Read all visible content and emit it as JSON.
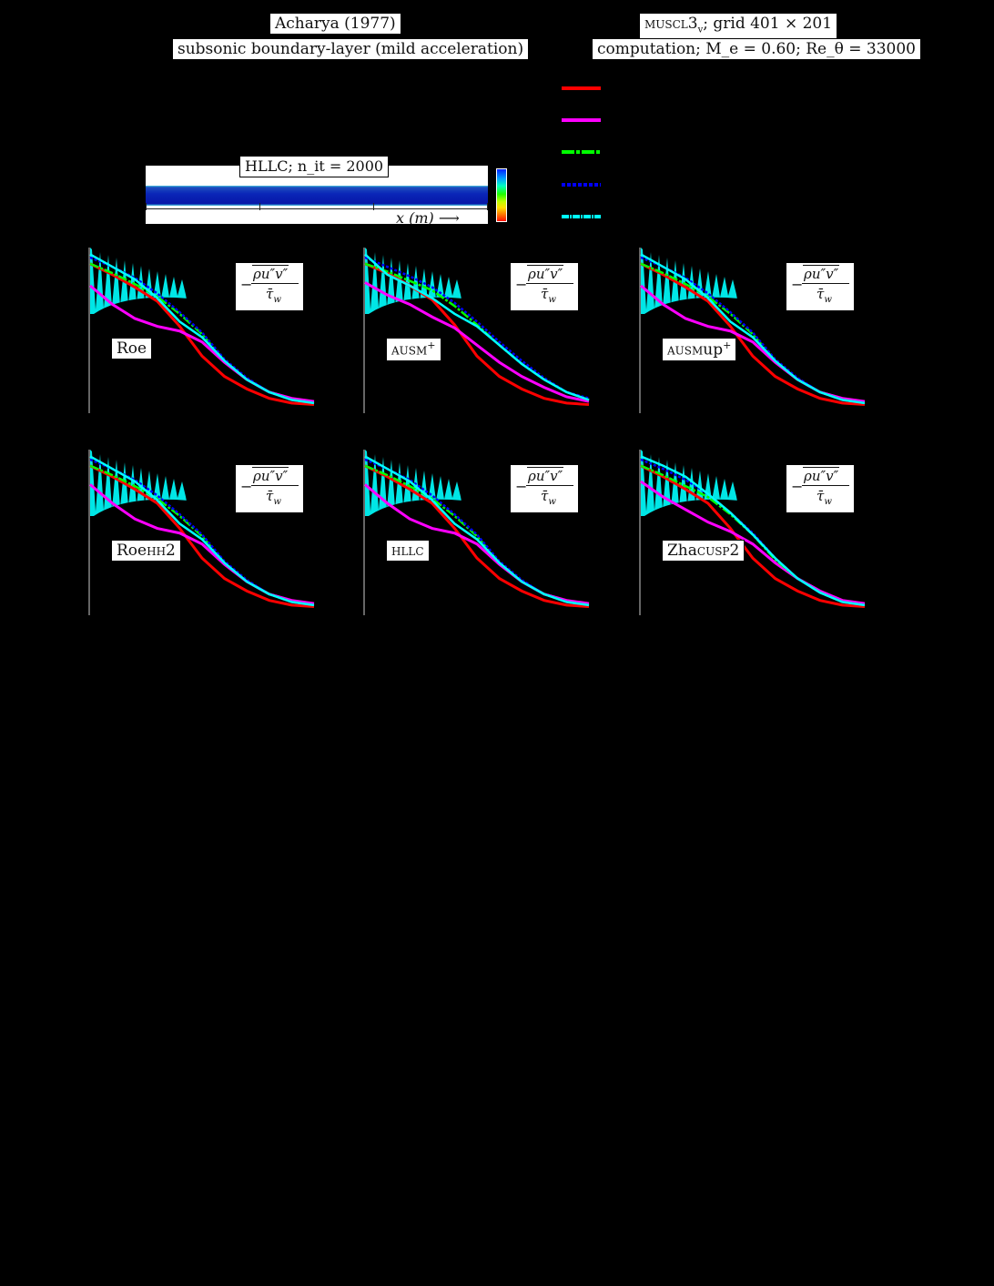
{
  "header": {
    "left_title": "Acharya (1977)",
    "left_subtitle": "subsonic boundary-layer (mild acceleration)",
    "right_title_scheme": "muscl3",
    "right_title_sub": "v",
    "right_title_rest": "; grid 401 × 201",
    "right_subtitle": "computation; M_e = 0.60; Re_θ = 33000"
  },
  "contour": {
    "label": "HLLC; n_it = 2000",
    "xaxis_label": "x (m) ⟶",
    "colorbar": [
      "#0020ff",
      "#00a0ff",
      "#00ffc0",
      "#20ff00",
      "#c0ff00",
      "#ffe000",
      "#ff8000",
      "#ff1000"
    ]
  },
  "legend": {
    "entries": [
      {
        "color": "#ff0000",
        "style": "solid"
      },
      {
        "color": "#ff00ff",
        "style": "solid"
      },
      {
        "color": "#00ff00",
        "style": "dash-dot"
      },
      {
        "color": "#0000ff",
        "style": "dotted"
      },
      {
        "color": "#00ffff",
        "style": "dash-dot-dot"
      }
    ]
  },
  "ylabel_text": {
    "minus": "−",
    "numerator": "ρu″v″",
    "denominator": "τ̄_w"
  },
  "chart_data": [
    {
      "type": "line",
      "title": "Roe",
      "ylabel": "-ρu''v''/τ_w",
      "x": [
        0,
        0.1,
        0.2,
        0.3,
        0.4,
        0.5,
        0.6,
        0.7,
        0.8,
        0.9,
        1.0
      ],
      "series": [
        {
          "name": "red",
          "color": "#ff0000",
          "values": [
            0.92,
            0.85,
            0.77,
            0.68,
            0.52,
            0.33,
            0.2,
            0.12,
            0.06,
            0.03,
            0.02
          ]
        },
        {
          "name": "magenta",
          "color": "#ff00ff",
          "values": [
            0.78,
            0.66,
            0.57,
            0.52,
            0.49,
            0.42,
            0.29,
            0.18,
            0.1,
            0.06,
            0.04
          ]
        },
        {
          "name": "green",
          "color": "#00ff00",
          "values": [
            0.92,
            0.86,
            0.79,
            0.71,
            0.6,
            0.47,
            0.3,
            0.18,
            0.1,
            0.05,
            0.03
          ]
        },
        {
          "name": "blue",
          "color": "#0000ff",
          "values": [
            0.96,
            0.9,
            0.83,
            0.73,
            0.61,
            0.48,
            0.31,
            0.19,
            0.1,
            0.05,
            0.03
          ]
        },
        {
          "name": "cyan",
          "color": "#00ffff",
          "values": [
            0.98,
            0.9,
            0.82,
            0.7,
            0.55,
            0.45,
            0.3,
            0.18,
            0.1,
            0.05,
            0.03
          ]
        }
      ]
    },
    {
      "type": "line",
      "title": "AUSM+",
      "ylabel": "-ρu''v''/τ_w",
      "x": [
        0,
        0.1,
        0.2,
        0.3,
        0.4,
        0.5,
        0.6,
        0.7,
        0.8,
        0.9,
        1.0
      ],
      "series": [
        {
          "name": "red",
          "color": "#ff0000",
          "values": [
            0.92,
            0.86,
            0.78,
            0.69,
            0.53,
            0.33,
            0.2,
            0.12,
            0.06,
            0.03,
            0.02
          ]
        },
        {
          "name": "magenta",
          "color": "#ff00ff",
          "values": [
            0.8,
            0.72,
            0.66,
            0.58,
            0.51,
            0.4,
            0.29,
            0.2,
            0.13,
            0.07,
            0.04
          ]
        },
        {
          "name": "green",
          "color": "#00ff00",
          "values": [
            0.92,
            0.87,
            0.81,
            0.75,
            0.65,
            0.53,
            0.4,
            0.28,
            0.18,
            0.1,
            0.05
          ]
        },
        {
          "name": "blue",
          "color": "#0000ff",
          "values": [
            0.96,
            0.9,
            0.84,
            0.77,
            0.67,
            0.55,
            0.42,
            0.3,
            0.19,
            0.1,
            0.06
          ]
        },
        {
          "name": "cyan",
          "color": "#00ffff",
          "values": [
            0.98,
            0.85,
            0.78,
            0.7,
            0.6,
            0.52,
            0.4,
            0.28,
            0.18,
            0.1,
            0.05
          ]
        }
      ]
    },
    {
      "type": "line",
      "title": "AUSMup+",
      "ylabel": "-ρu''v''/τ_w",
      "x": [
        0,
        0.1,
        0.2,
        0.3,
        0.4,
        0.5,
        0.6,
        0.7,
        0.8,
        0.9,
        1.0
      ],
      "series": [
        {
          "name": "red",
          "color": "#ff0000",
          "values": [
            0.92,
            0.85,
            0.77,
            0.68,
            0.52,
            0.33,
            0.2,
            0.12,
            0.06,
            0.03,
            0.02
          ]
        },
        {
          "name": "magenta",
          "color": "#ff00ff",
          "values": [
            0.78,
            0.66,
            0.57,
            0.52,
            0.49,
            0.42,
            0.29,
            0.18,
            0.1,
            0.06,
            0.04
          ]
        },
        {
          "name": "green",
          "color": "#00ff00",
          "values": [
            0.92,
            0.86,
            0.79,
            0.71,
            0.6,
            0.47,
            0.3,
            0.18,
            0.1,
            0.05,
            0.03
          ]
        },
        {
          "name": "blue",
          "color": "#0000ff",
          "values": [
            0.96,
            0.9,
            0.83,
            0.73,
            0.61,
            0.48,
            0.31,
            0.19,
            0.1,
            0.05,
            0.03
          ]
        },
        {
          "name": "cyan",
          "color": "#00ffff",
          "values": [
            0.98,
            0.9,
            0.82,
            0.7,
            0.55,
            0.45,
            0.3,
            0.18,
            0.1,
            0.05,
            0.03
          ]
        }
      ]
    },
    {
      "type": "line",
      "title": "RoeHH2",
      "ylabel": "-ρu''v''/τ_w",
      "x": [
        0,
        0.1,
        0.2,
        0.3,
        0.4,
        0.5,
        0.6,
        0.7,
        0.8,
        0.9,
        1.0
      ],
      "series": [
        {
          "name": "red",
          "color": "#ff0000",
          "values": [
            0.92,
            0.85,
            0.77,
            0.68,
            0.52,
            0.33,
            0.2,
            0.12,
            0.06,
            0.03,
            0.02
          ]
        },
        {
          "name": "magenta",
          "color": "#ff00ff",
          "values": [
            0.8,
            0.68,
            0.58,
            0.52,
            0.49,
            0.42,
            0.29,
            0.18,
            0.1,
            0.06,
            0.04
          ]
        },
        {
          "name": "green",
          "color": "#00ff00",
          "values": [
            0.92,
            0.86,
            0.79,
            0.71,
            0.6,
            0.47,
            0.3,
            0.18,
            0.1,
            0.05,
            0.03
          ]
        },
        {
          "name": "blue",
          "color": "#0000ff",
          "values": [
            0.96,
            0.9,
            0.83,
            0.73,
            0.61,
            0.48,
            0.31,
            0.19,
            0.1,
            0.05,
            0.03
          ]
        },
        {
          "name": "cyan",
          "color": "#00ffff",
          "values": [
            0.98,
            0.9,
            0.82,
            0.7,
            0.55,
            0.45,
            0.3,
            0.18,
            0.1,
            0.05,
            0.03
          ]
        }
      ]
    },
    {
      "type": "line",
      "title": "HLLC",
      "ylabel": "-ρu''v''/τ_w",
      "x": [
        0,
        0.1,
        0.2,
        0.3,
        0.4,
        0.5,
        0.6,
        0.7,
        0.8,
        0.9,
        1.0
      ],
      "series": [
        {
          "name": "red",
          "color": "#ff0000",
          "values": [
            0.92,
            0.85,
            0.77,
            0.68,
            0.52,
            0.33,
            0.2,
            0.12,
            0.06,
            0.03,
            0.02
          ]
        },
        {
          "name": "magenta",
          "color": "#ff00ff",
          "values": [
            0.8,
            0.68,
            0.58,
            0.52,
            0.49,
            0.42,
            0.29,
            0.18,
            0.1,
            0.06,
            0.04
          ]
        },
        {
          "name": "green",
          "color": "#00ff00",
          "values": [
            0.92,
            0.86,
            0.79,
            0.71,
            0.6,
            0.47,
            0.3,
            0.18,
            0.1,
            0.05,
            0.03
          ]
        },
        {
          "name": "blue",
          "color": "#0000ff",
          "values": [
            0.96,
            0.9,
            0.83,
            0.73,
            0.61,
            0.48,
            0.31,
            0.19,
            0.1,
            0.05,
            0.03
          ]
        },
        {
          "name": "cyan",
          "color": "#00ffff",
          "values": [
            0.98,
            0.9,
            0.82,
            0.7,
            0.55,
            0.45,
            0.3,
            0.18,
            0.1,
            0.05,
            0.03
          ]
        }
      ]
    },
    {
      "type": "line",
      "title": "ZhaCUSP2",
      "ylabel": "-ρu''v''/τ_w",
      "x": [
        0,
        0.1,
        0.2,
        0.3,
        0.4,
        0.5,
        0.6,
        0.7,
        0.8,
        0.9,
        1.0
      ],
      "series": [
        {
          "name": "red",
          "color": "#ff0000",
          "values": [
            0.92,
            0.85,
            0.77,
            0.68,
            0.52,
            0.33,
            0.2,
            0.12,
            0.06,
            0.03,
            0.02
          ]
        },
        {
          "name": "magenta",
          "color": "#ff00ff",
          "values": [
            0.82,
            0.72,
            0.64,
            0.56,
            0.5,
            0.42,
            0.3,
            0.2,
            0.12,
            0.06,
            0.04
          ]
        },
        {
          "name": "green",
          "color": "#00ff00",
          "values": [
            0.92,
            0.86,
            0.79,
            0.72,
            0.61,
            0.48,
            0.32,
            0.2,
            0.11,
            0.05,
            0.03
          ]
        },
        {
          "name": "blue",
          "color": "#0000ff",
          "values": [
            0.96,
            0.9,
            0.83,
            0.74,
            0.62,
            0.49,
            0.33,
            0.2,
            0.11,
            0.05,
            0.03
          ]
        },
        {
          "name": "cyan",
          "color": "#00ffff",
          "values": [
            0.98,
            0.92,
            0.85,
            0.74,
            0.62,
            0.48,
            0.33,
            0.2,
            0.11,
            0.05,
            0.03
          ]
        }
      ]
    }
  ],
  "panels": [
    {
      "label_main": "Roe",
      "label_sc": "",
      "label_sup": ""
    },
    {
      "label_main": "",
      "label_sc": "ausm",
      "label_sup": "+"
    },
    {
      "label_main": "",
      "label_sc": "ausm",
      "label_rest": "up",
      "label_sup": "+"
    },
    {
      "label_main": "Roe",
      "label_sc": "hh2",
      "label_sup": ""
    },
    {
      "label_main": "",
      "label_sc": "hllc",
      "label_sup": ""
    },
    {
      "label_main": "Zha",
      "label_sc": "cusp2",
      "label_sup": ""
    }
  ]
}
